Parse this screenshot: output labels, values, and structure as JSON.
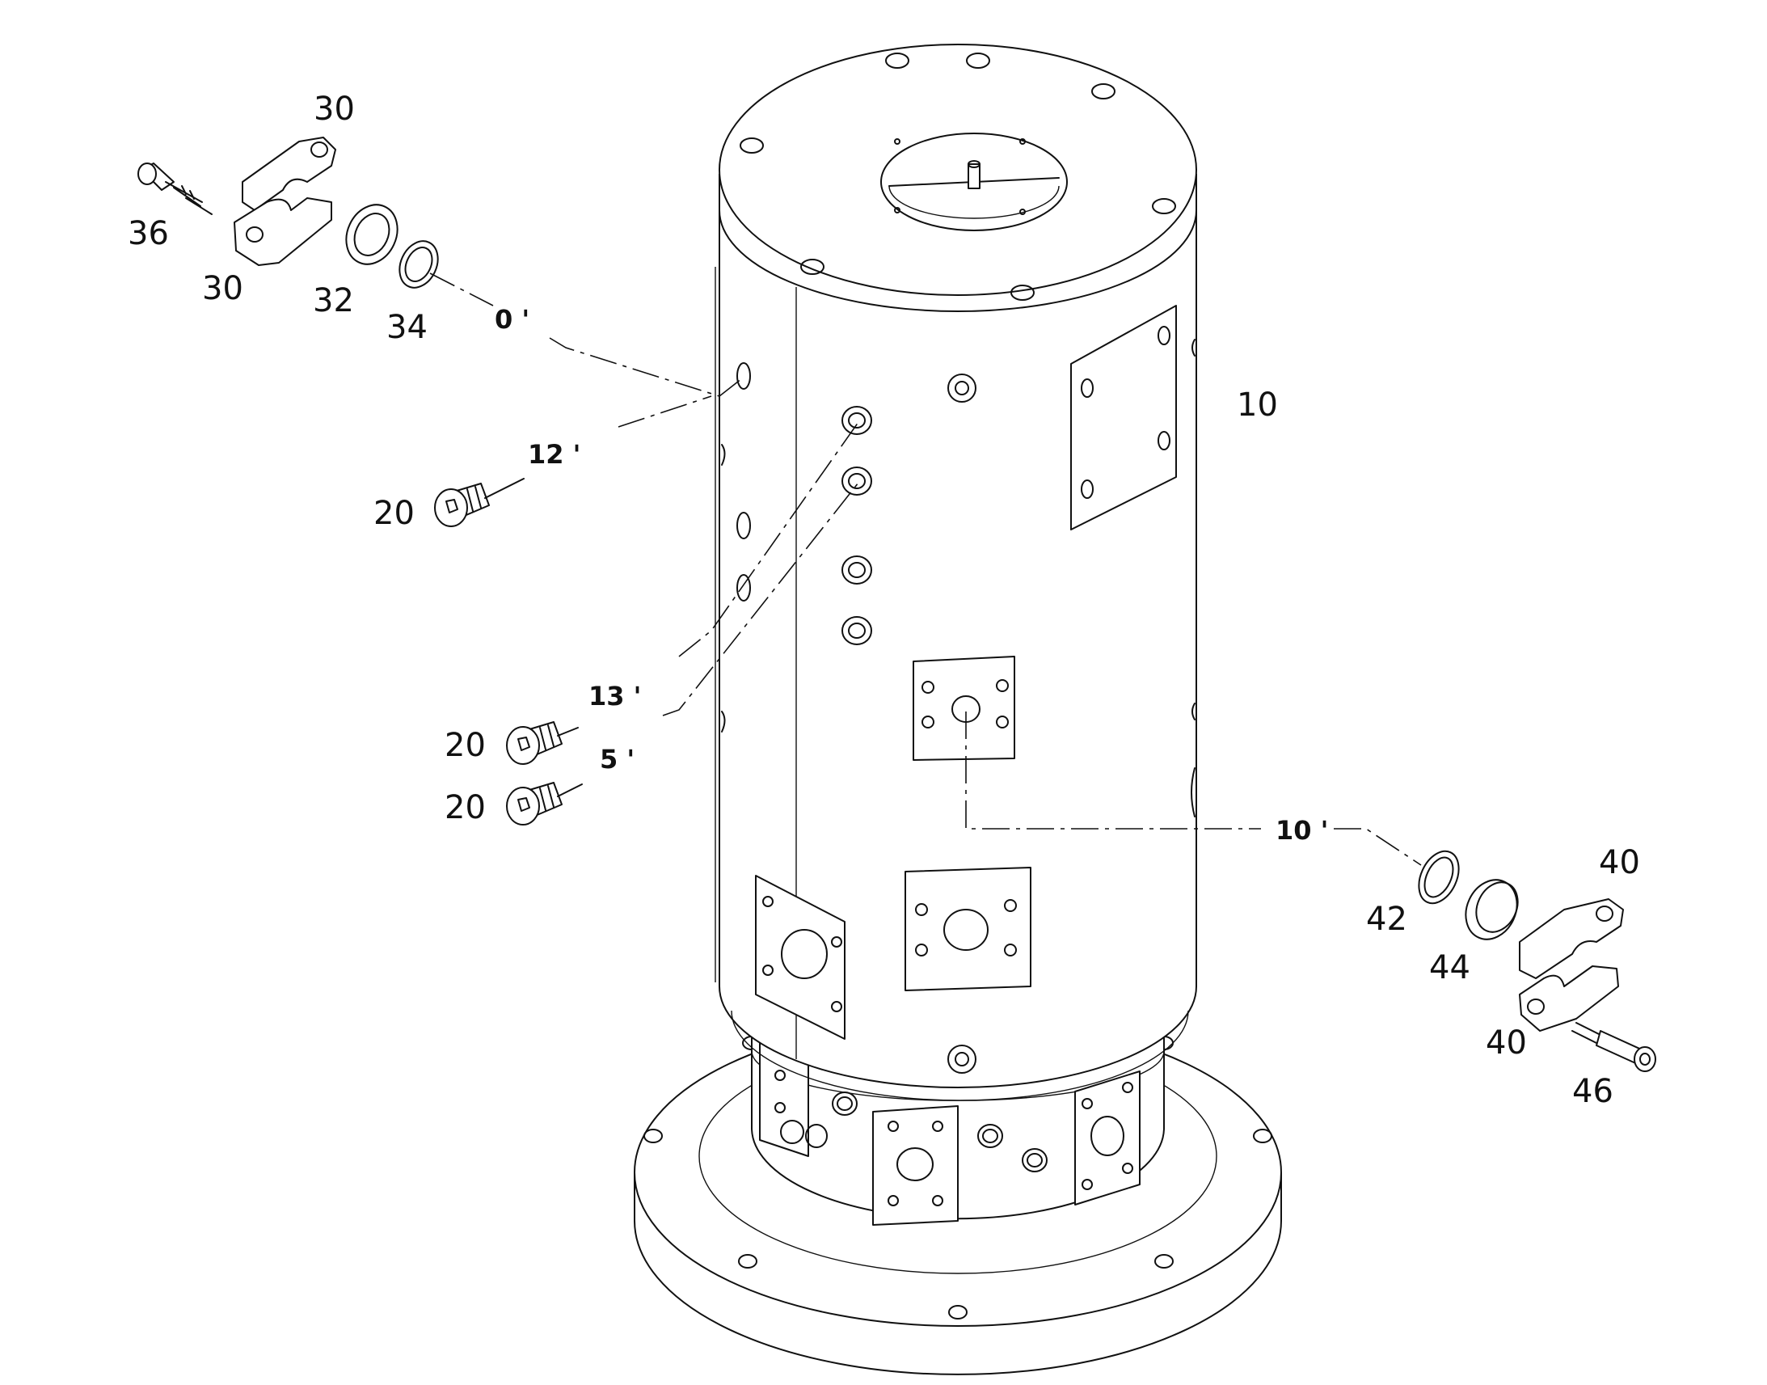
{
  "diagram": {
    "part_numbers": {
      "p10": "10",
      "p20a": "20",
      "p20b": "20",
      "p20c": "20",
      "p30a": "30",
      "p30b": "30",
      "p32": "32",
      "p34": "34",
      "p36": "36",
      "p40a": "40",
      "p40b": "40",
      "p42": "42",
      "p44": "44",
      "p46": "46"
    },
    "port_refs": {
      "r0": "0 '",
      "r12": "12 '",
      "r13": "13 '",
      "r5": "5 '",
      "r10": "10 '"
    }
  }
}
